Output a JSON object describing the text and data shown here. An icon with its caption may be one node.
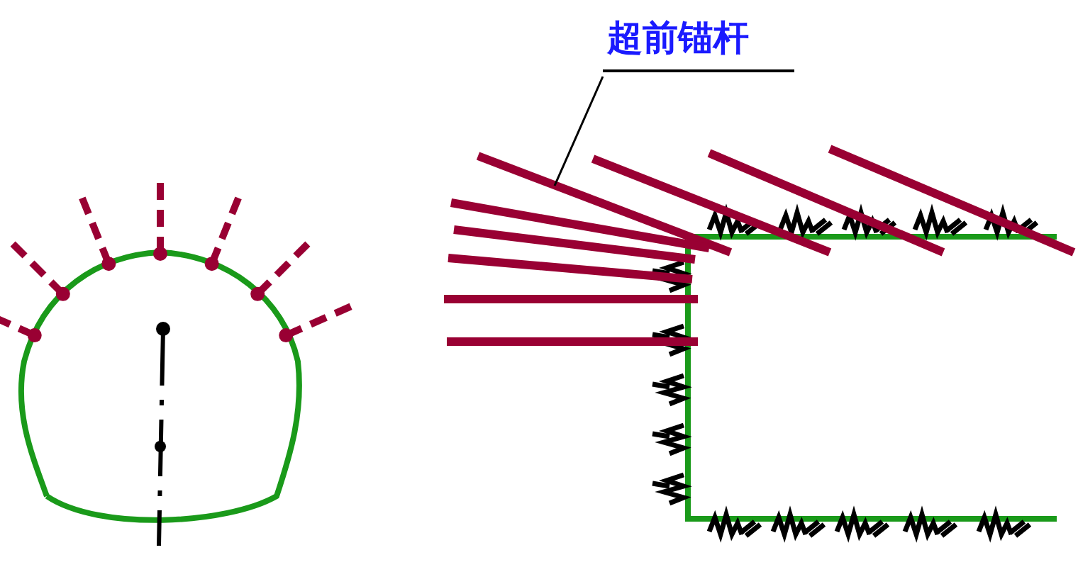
{
  "diagram": {
    "nodes": [
      {
        "text": [
          "超前锚杆"
        ]
      },
      {
        "text": [],
        "shape": "bar"
      }
    ],
    "edges": [
      {
        "from": 0,
        "to": 1,
        "arrow": "none"
      }
    ]
  }
}
